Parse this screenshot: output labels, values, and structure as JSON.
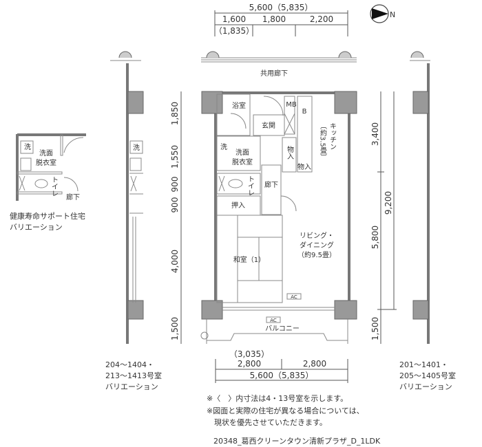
{
  "title": "20348_葛西クリーンタウン清新プラザ_D_1LDK",
  "compass": {
    "label": "N"
  },
  "top_dims": {
    "total": "5,600（5,835）",
    "seg1": "1,600",
    "seg2": "1,800",
    "seg3": "2,200",
    "seg1_alt": "（1,835）"
  },
  "bottom_dims": {
    "alt": "（3,035）",
    "seg1": "2,800",
    "seg2": "2,800",
    "total": "5,600（5,835）"
  },
  "left_dims": [
    "1,850",
    "1,550",
    "900",
    "900",
    "4,000",
    "1,500"
  ],
  "right_dims": {
    "kitchen": "3,400",
    "living": "5,800",
    "total": "9,200",
    "balcony": "1,500"
  },
  "rooms": {
    "corridor_common": "共用廊下",
    "bath": "浴室",
    "mb": "MB",
    "b": "B",
    "entrance": "玄関",
    "kitchen": "キッチン",
    "kitchen_size": "〔約3.5畳〕",
    "wash": "洗",
    "washroom_1": "洗面",
    "washroom_2": "脱衣室",
    "storage_1": "物入",
    "storage_2": "物入",
    "toilet": "トイレ",
    "hall": "廊下",
    "closet": "押入",
    "japanese_room": "和室（1）",
    "living_1": "リビング・",
    "living_2": "ダイニング",
    "living_size": "（約9.5畳）",
    "ac1": "AC",
    "ac2": "AC",
    "balcony": "バルコニー"
  },
  "variation_left": {
    "wash": "洗",
    "washroom_1": "洗面",
    "washroom_2": "脱衣室",
    "toilet": "トイレ",
    "hall": "廊下",
    "caption_1": "健康寿命サポート住宅",
    "caption_2": "バリエーション"
  },
  "variation_mid": {
    "wash": "洗",
    "caption_1": "204〜1404・",
    "caption_2": "213〜1413号室",
    "caption_3": "バリエーション"
  },
  "variation_right": {
    "caption_1": "201〜1401・",
    "caption_2": "205〜1405号室",
    "caption_3": "バリエーション"
  },
  "notes": [
    "※〈　〉内寸法は4・13号室を示します。",
    "※図面と実際の住宅が異なる場合については、",
    "　現状を優先させていただきます。"
  ]
}
